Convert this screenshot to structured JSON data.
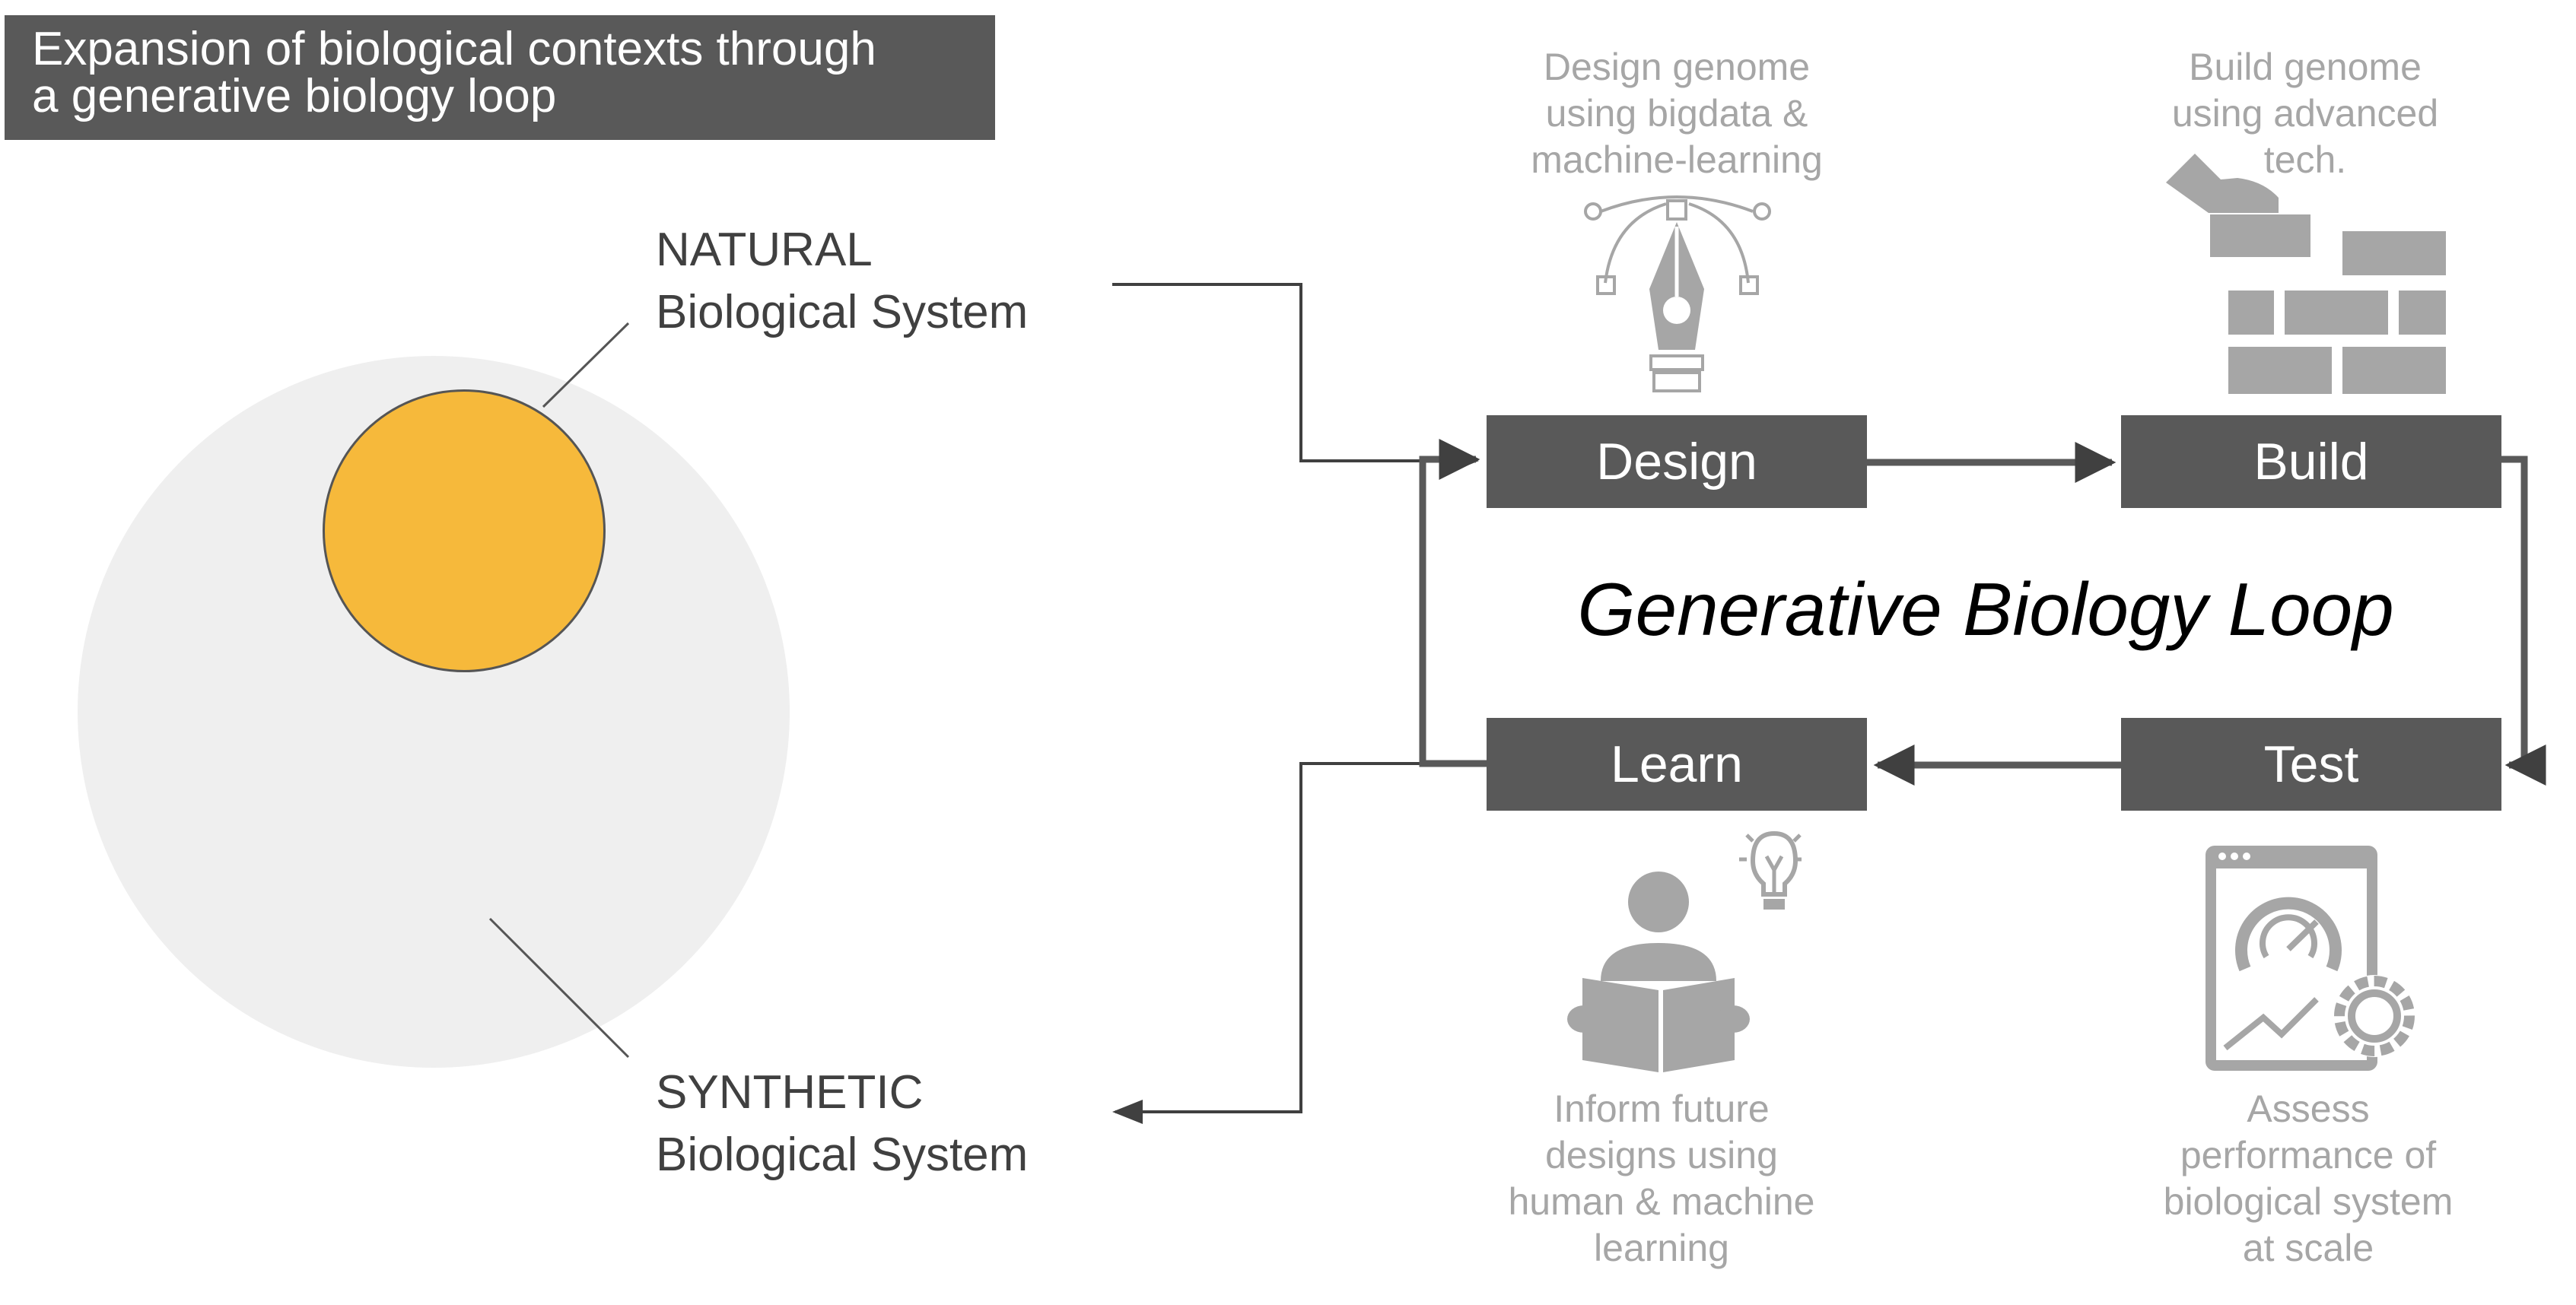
{
  "title": {
    "line1": "Expansion of biological contexts through",
    "line2": "a generative biology loop"
  },
  "natural": {
    "line1": "NATURAL",
    "line2": "Biological System"
  },
  "synthetic": {
    "line1": "SYNTHETIC",
    "line2": "Biological System"
  },
  "loop_title": "Generative Biology Loop",
  "stages": {
    "design": "Design",
    "build": "Build",
    "test": "Test",
    "learn": "Learn"
  },
  "captions": {
    "design": [
      "Design genome",
      "using bigdata &",
      "machine-learning"
    ],
    "build": [
      "Build genome",
      "using advanced",
      "tech."
    ],
    "learn": [
      "Inform future",
      "designs using",
      "human & machine",
      "learning"
    ],
    "test": [
      "Assess",
      "performance of",
      "biological system",
      "at scale"
    ]
  },
  "icons": {
    "design": "pen-tool-icon",
    "build": "hand-brick-wall-icon",
    "learn": "reader-lightbulb-icon",
    "test": "dashboard-gear-icon"
  },
  "colors": {
    "box_fill": "#595959",
    "natural_circle": "#f6b93b",
    "synthetic_circle": "#efefef",
    "caption_gray": "#a6a6a6",
    "icon_gray": "#a6a6a6"
  }
}
